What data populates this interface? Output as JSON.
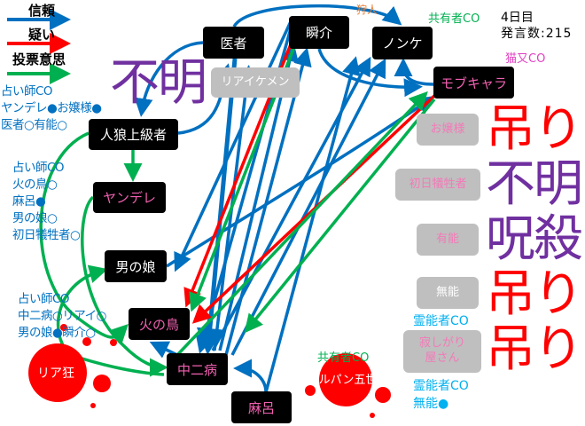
{
  "legend": {
    "trust": "信頼",
    "doubt": "疑い",
    "vote": "投票意思",
    "colors": {
      "trust": "#0070c0",
      "doubt": "#ff0000",
      "vote": "#00b050"
    }
  },
  "status": {
    "day": "4日目",
    "post_count": "発言数:215"
  },
  "nodes": {
    "isha": "医者",
    "shunsuke": "瞬介",
    "nonke": "ノンケ",
    "mobchara": "モブキャラ",
    "jinro": "人狼上級者",
    "yandere": "ヤンデレ",
    "otokonoko": "男の娘",
    "hinotori": "火の鳥",
    "chuunibyou": "中二病",
    "maro": "麻呂"
  },
  "dead": {
    "riaiken": "リアイケメン",
    "ojousama": "お嬢様",
    "shonichi": "初日犠牲者",
    "yuunou": "有能",
    "munou": "無能",
    "sabishigari": "寂しがり屋さん",
    "lupin": "ルパン五世",
    "riakyou": "リア狂"
  },
  "fates": {
    "riaiken": "不明",
    "ojousama": "吊り",
    "shonichi": "不明",
    "yuunou": "呪殺",
    "munou": "吊り",
    "sabishigari": "吊り"
  },
  "role_labels": {
    "hunter": "狩人",
    "mason_top": "共有者CO",
    "nekomata": "猫又CO",
    "medium1": "霊能者CO",
    "medium2": "霊能者CO",
    "medium2_result": "無能●",
    "mason_lupin": "共有者CO"
  },
  "seer_notes": [
    [
      "占い師CO",
      "ヤンデレ●お嬢様●",
      "医者○有能○"
    ],
    [
      "占い師CO",
      "火の鳥○",
      "麻呂●",
      "男の娘○",
      "初日犠牲者○"
    ],
    [
      "占い師CO",
      "中二病○リアイ○",
      "男の娘●瞬介○"
    ]
  ]
}
